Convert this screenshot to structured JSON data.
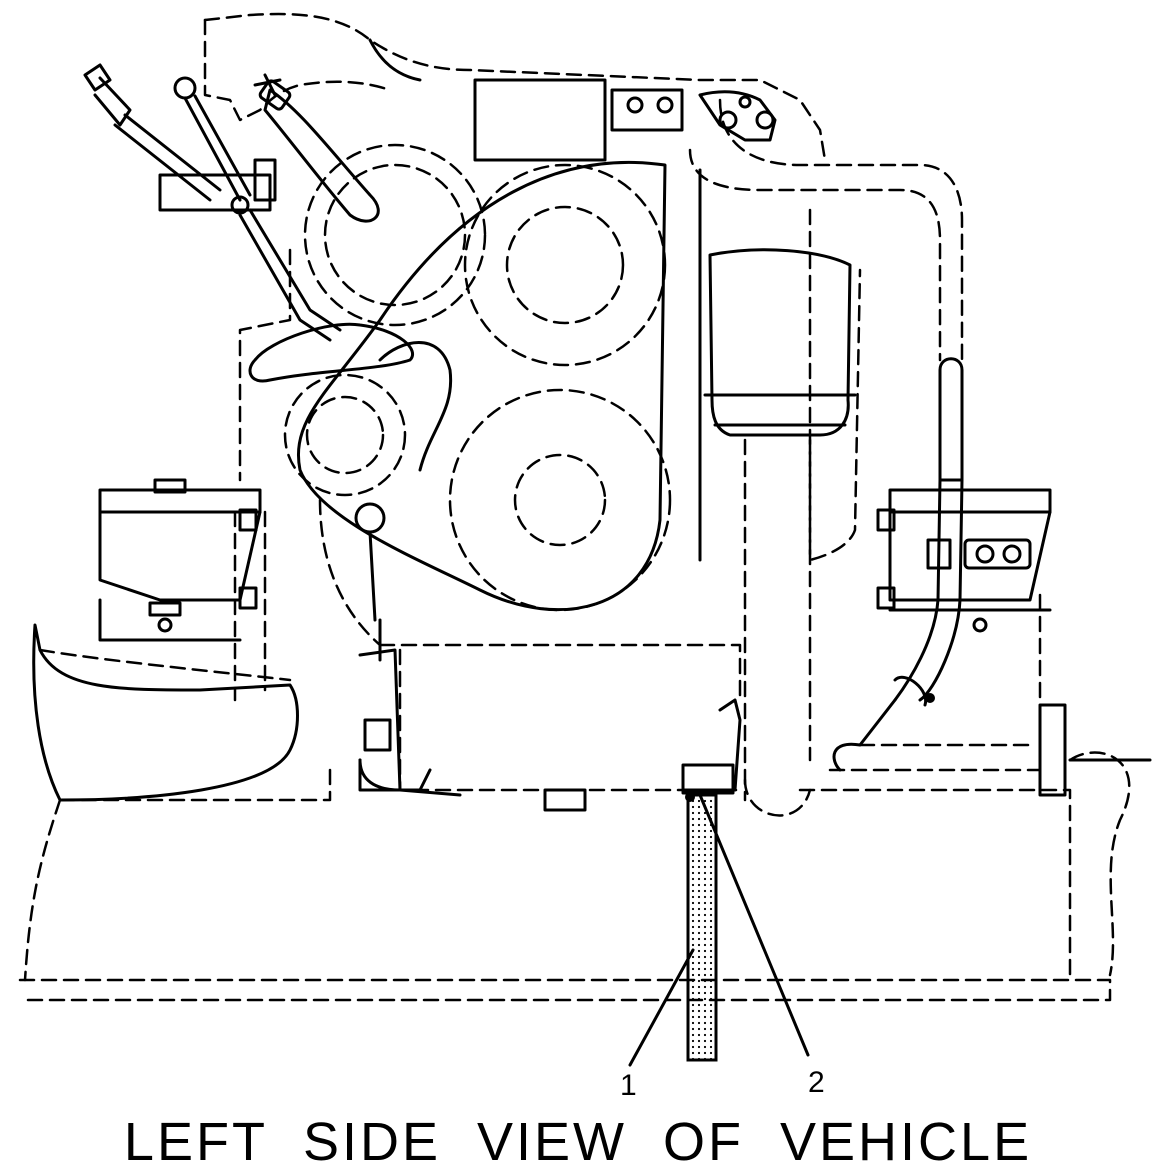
{
  "callouts": [
    {
      "id": "1",
      "label": "1"
    },
    {
      "id": "2",
      "label": "2"
    }
  ],
  "caption": "LEFT  SIDE  VIEW  OF  VEHICLE",
  "colors": {
    "line": "#000000",
    "background": "#ffffff"
  }
}
